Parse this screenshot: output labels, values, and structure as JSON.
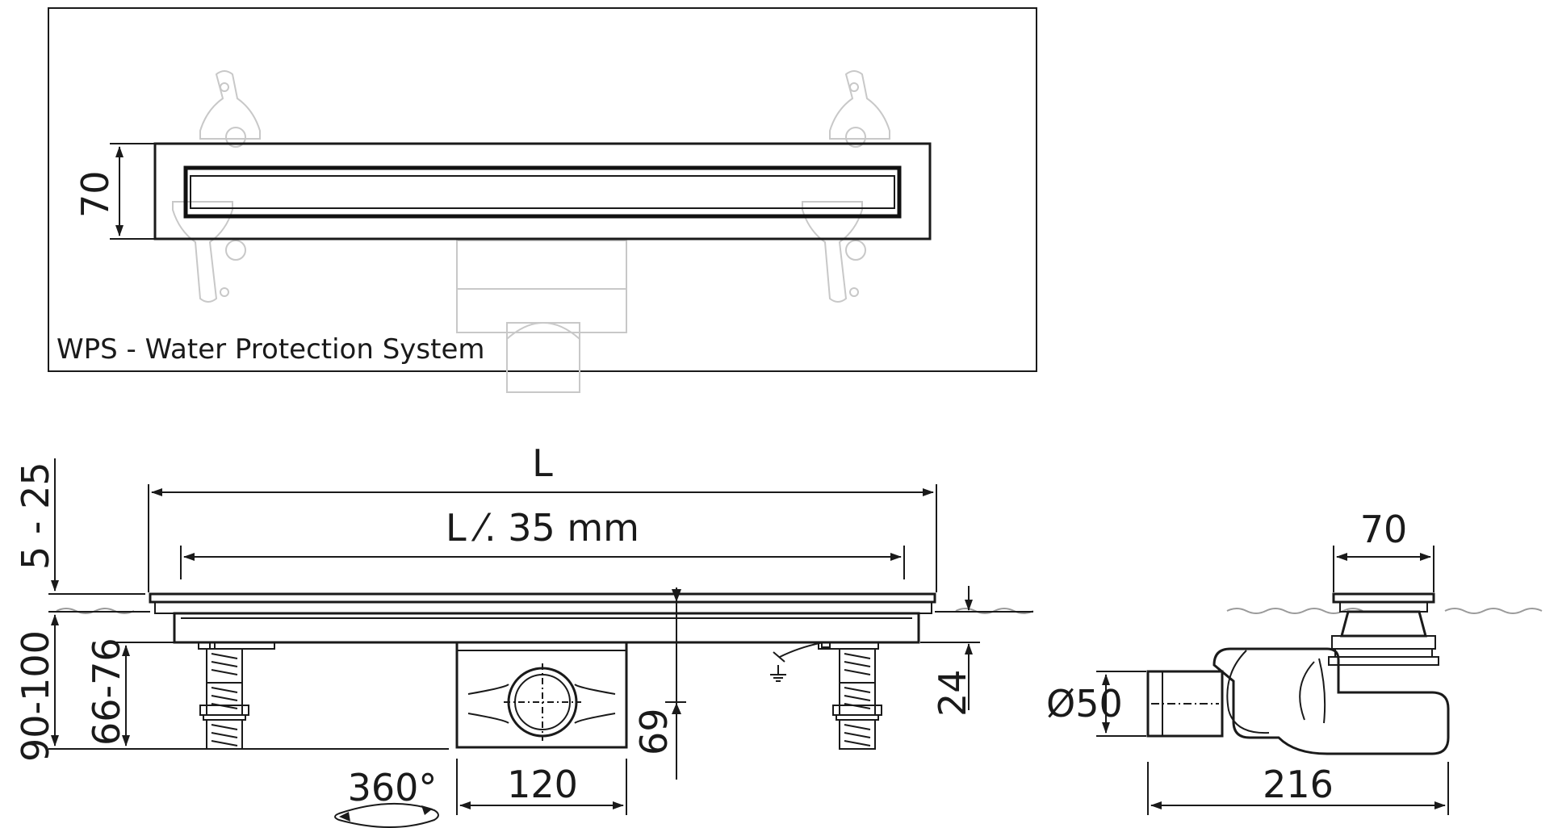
{
  "top_view": {
    "width_label": "70",
    "caption": "WPS - Water Protection System"
  },
  "side_view": {
    "length_label": "L",
    "inner_length_label": "L ⁄. 35 mm",
    "height_adjust_label": "5 - 25",
    "total_height_label": "90-100",
    "foot_height_label": "66-76",
    "outlet_height_label": "69",
    "channel_depth_label": "24",
    "outlet_width_label": "120",
    "rotation_label": "360°"
  },
  "end_view": {
    "width_label": "70",
    "pipe_label": "Ø50",
    "length_label": "216"
  }
}
